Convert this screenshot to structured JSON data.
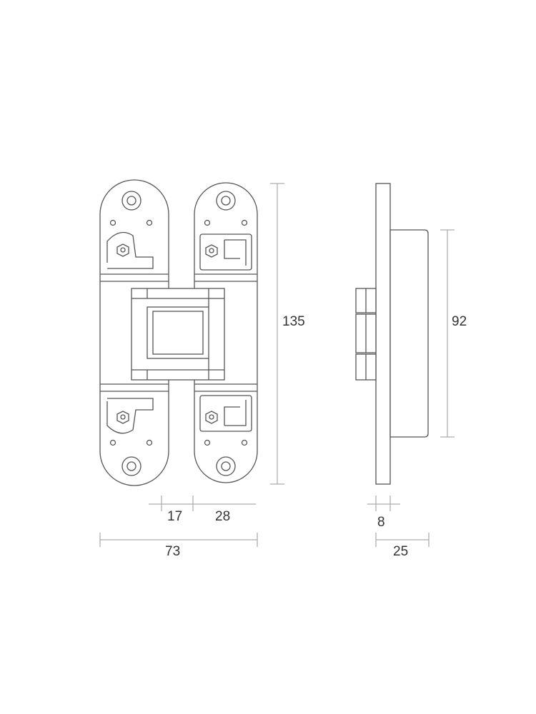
{
  "colors": {
    "outline": "#555555",
    "dimension": "#9a9a9a",
    "text": "#333333",
    "background": "#ffffff"
  },
  "dimensions": {
    "height_total": "135",
    "side_offset": "92",
    "width_total": "73",
    "width_a": "17",
    "width_b": "28",
    "depth_small": "8",
    "depth_total": "25"
  }
}
